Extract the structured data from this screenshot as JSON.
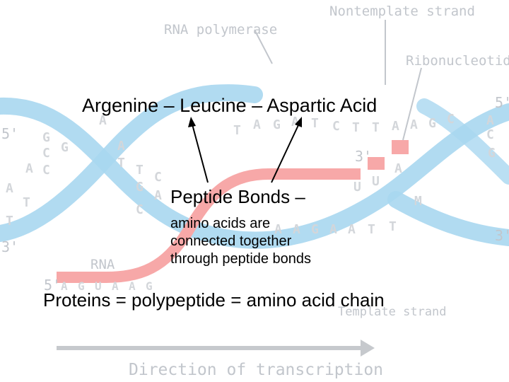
{
  "background": {
    "labels": {
      "rna_polymerase": "RNA polymerase",
      "nontemplate_strand": "Nontemplate strand",
      "ribonucleotide": "Ribonucleotide",
      "rna": "RNA",
      "template_strand": "Template strand",
      "direction": "Direction of transcription"
    },
    "end_labels": {
      "five_prime_left": "5'",
      "three_prime_left": "3'",
      "five_prime_bottom": "5'",
      "three_prime_mid": "3'",
      "five_prime_right": "5'",
      "three_prime_right": "3'"
    }
  },
  "annotations": {
    "amino_chain": "Argenine – Leucine – Aspartic Acid",
    "peptide_bonds_title": "Peptide Bonds –",
    "peptide_bonds_desc": [
      "amino acids are",
      "connected together",
      "through peptide bonds"
    ],
    "protein_definition": "Proteins = polypeptide = amino acid chain"
  },
  "colors": {
    "strand_blue": "#a9d7f0",
    "rna_pink": "#f7a8a8",
    "base_gray": "#d3d6da",
    "label_gray": "#c2c6cc",
    "text": "#000000"
  }
}
